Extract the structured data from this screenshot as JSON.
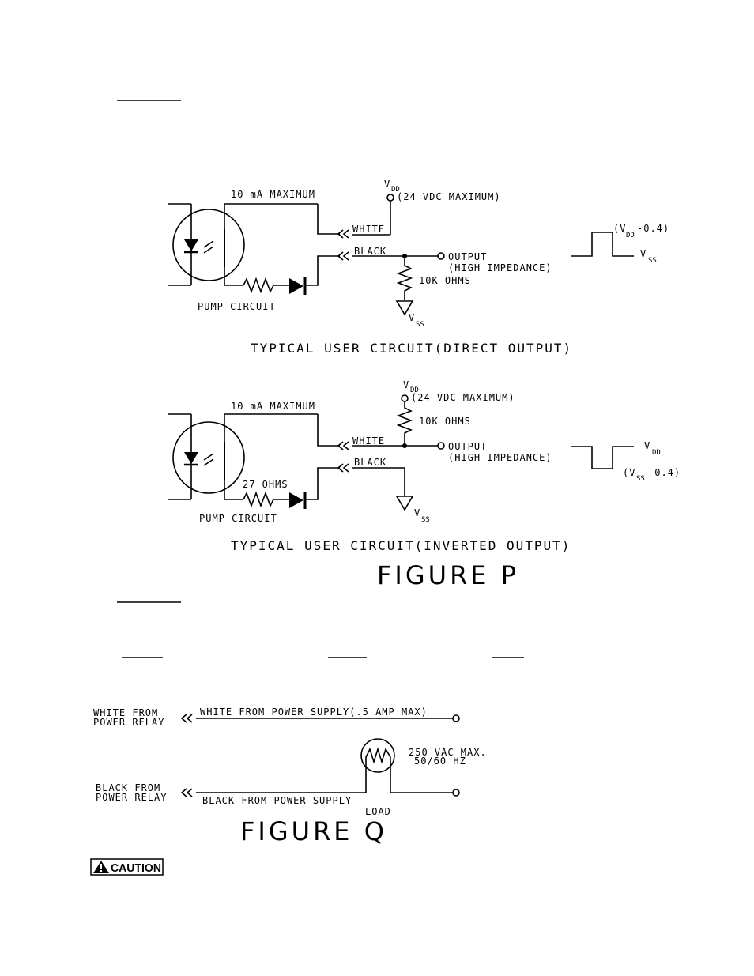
{
  "figure_p": {
    "direct": {
      "max_current": "10 mA MAXIMUM",
      "vdd_v": "V",
      "vdd_sub": "DD",
      "vdd_note": "(24 VDC MAXIMUM)",
      "white": "WHITE",
      "black": "BLACK",
      "output": "OUTPUT",
      "output_note": "(HIGH IMPEDANCE)",
      "resistor": "10K OHMS",
      "vss_v": "V",
      "vss_sub": "SS",
      "pump": "PUMP CIRCUIT",
      "wave_high_a": "(V",
      "wave_high_sub": "DD",
      "wave_high_b": "-0.4)",
      "wave_low_v": "V",
      "wave_low_sub": "SS",
      "caption": "TYPICAL USER CIRCUIT(DIRECT OUTPUT)"
    },
    "inverted": {
      "max_current": "10 mA MAXIMUM",
      "vdd_v": "V",
      "vdd_sub": "DD",
      "vdd_note": "(24 VDC MAXIMUM)",
      "resistor": "10K OHMS",
      "white": "WHITE",
      "black": "BLACK",
      "output": "OUTPUT",
      "output_note": "(HIGH IMPEDANCE)",
      "series_resistor": "27 OHMS",
      "vss_v": "V",
      "vss_sub": "SS",
      "pump": "PUMP CIRCUIT",
      "wave_high_v": "V",
      "wave_high_sub": "DD",
      "wave_low_a": "(V",
      "wave_low_sub": "SS",
      "wave_low_b": "-0.4)",
      "caption": "TYPICAL USER CIRCUIT(INVERTED OUTPUT)"
    },
    "title": "FIGURE P"
  },
  "figure_q": {
    "white_from_l1": "WHITE FROM",
    "white_from_l2": "POWER RELAY",
    "white_supply": "WHITE FROM POWER SUPPLY(.5 AMP MAX)",
    "voltage_l1": "250 VAC MAX.",
    "voltage_l2": "50/60 HZ",
    "black_from_l1": "BLACK FROM",
    "black_from_l2": "POWER RELAY",
    "black_supply": "BLACK FROM POWER SUPPLY",
    "load": "LOAD",
    "title": "FIGURE Q"
  },
  "caution": {
    "label": "CAUTION",
    "icon": "warning-triangle-icon"
  }
}
